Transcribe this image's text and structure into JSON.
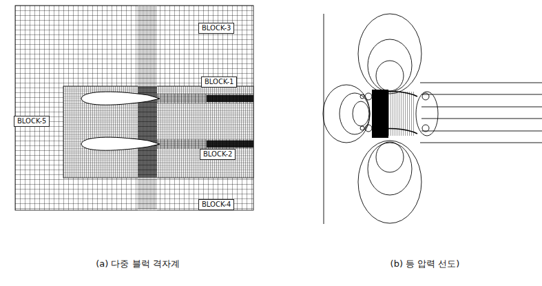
{
  "diagram": {
    "nodes": [
      {
        "text": [
          "BLOCK-3"
        ]
      },
      {
        "text": [
          "BLOCK-1"
        ]
      },
      {
        "text": [
          "BLOCK-5"
        ]
      },
      {
        "text": [
          "BLOCK-2"
        ]
      },
      {
        "text": [
          "BLOCK-4"
        ]
      }
    ],
    "edges": [],
    "labels": [
      "(a) 다중 블럭 격자계",
      "(b) 등 압력 선도)"
    ]
  }
}
